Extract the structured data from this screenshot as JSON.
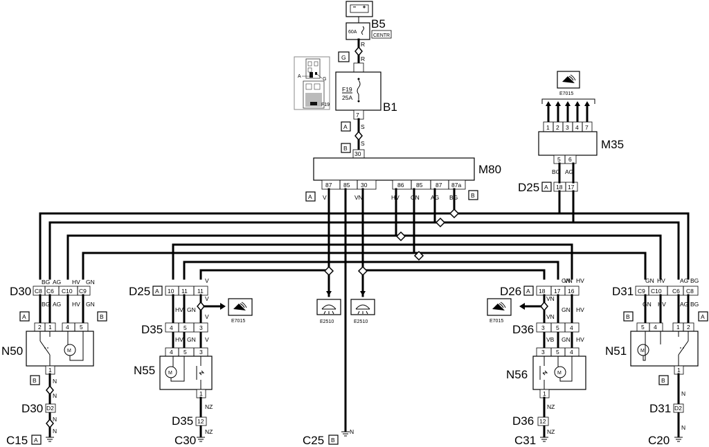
{
  "battery": {
    "fuse_rating": "60A",
    "fuse_tag": "CENTR",
    "code": "B5",
    "wire": "R"
  },
  "b1": {
    "code": "B1",
    "connector": "G",
    "fuse_name": "F19",
    "fuse_rating": "25A",
    "pin": "7",
    "inset_labels": {
      "a": "A",
      "g": "G",
      "f19": "F19"
    },
    "conn_a": "A",
    "conn_b": "B",
    "wire": "S"
  },
  "m80": {
    "code": "M80",
    "pin_in": "30",
    "left_conn": "A",
    "right_conn": "B",
    "left_pins": [
      "87",
      "85",
      "30"
    ],
    "left_wires": [
      "V",
      "",
      "VN"
    ],
    "right_pins": [
      "86",
      "85",
      "87",
      "87a"
    ],
    "right_wires": [
      "HV",
      "GN",
      "AG",
      "BG"
    ]
  },
  "m35": {
    "code": "M35",
    "device": "E7015",
    "pins_top": [
      "1",
      "2",
      "3",
      "4",
      "7"
    ],
    "pins_bottom": [
      "5",
      "6"
    ],
    "wires": [
      "BG",
      "AG"
    ],
    "conn": "D25",
    "conn_tag": "A",
    "conn_pins": [
      "18",
      "17"
    ]
  },
  "lamps": {
    "left": "E2510",
    "right": "E2510"
  },
  "left_motor": {
    "conn": "D30",
    "conn_pins": [
      "C8",
      "C6",
      "C10",
      "C9"
    ],
    "conn_wires": [
      "BG",
      "AG",
      "HV",
      "GN"
    ],
    "tag_a": "A",
    "tag_b": "B",
    "motor_pins": [
      "2",
      "1",
      "4",
      "5"
    ],
    "code": "N50",
    "out_pin": "1",
    "out_tag": "B",
    "wire": "N",
    "splice": "D30",
    "splice_pin": "D2",
    "ground": "C15",
    "ground_tag": "A"
  },
  "left_switch": {
    "conn": "D25",
    "conn_tag": "A",
    "conn_pins": [
      "10",
      "11",
      "11"
    ],
    "wires_top": [
      "",
      "",
      "V"
    ],
    "wires_mid": [
      "HV",
      "GN",
      "V"
    ],
    "device": "E7015",
    "mid_conn": "D35",
    "mid_pins": [
      "4",
      "5",
      "3"
    ],
    "sw_pins": [
      "4",
      "5",
      "3"
    ],
    "code": "N55",
    "out_pin": "1",
    "wire": "NZ",
    "splice": "D35",
    "splice_pin": "12",
    "ground": "C30"
  },
  "right_switch": {
    "conn": "D26",
    "conn_tag": "A",
    "conn_pins": [
      "18",
      "17",
      "16"
    ],
    "wires_top": [
      "VN",
      "GN",
      "HV"
    ],
    "wires_mid": [
      "VN",
      "GN",
      "HV"
    ],
    "wires_low": [
      "VB",
      "GN",
      "HV"
    ],
    "device": "E7015",
    "mid_conn": "D36",
    "mid_pins": [
      "3",
      "5",
      "4"
    ],
    "sw_pins": [
      "3",
      "5",
      "4"
    ],
    "code": "N56",
    "out_pin": "1",
    "wire": "NZ",
    "splice": "D36",
    "splice_pin": "12",
    "ground": "C31"
  },
  "right_motor": {
    "conn": "D31",
    "conn_pins": [
      "C9",
      "C10",
      "C6",
      "C8"
    ],
    "conn_wires": [
      "GN",
      "HV",
      "AG",
      "BG"
    ],
    "tag_a": "A",
    "tag_b": "B",
    "motor_pins": [
      "5",
      "4",
      "1",
      "2"
    ],
    "code": "N51",
    "out_pin": "1",
    "out_tag": "B",
    "wire": "N",
    "splice": "D31",
    "splice_pin": "D2",
    "ground": "C20"
  },
  "center_ground": {
    "code": "C25",
    "tag": "B",
    "wire": "N"
  }
}
